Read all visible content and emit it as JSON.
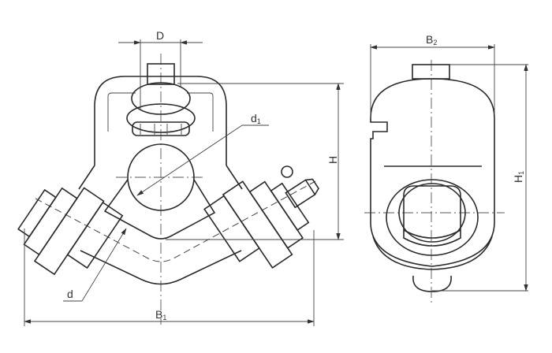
{
  "diagram": {
    "labels": {
      "D": "D",
      "d1_main": "d",
      "d1_sub": "1",
      "H": "H",
      "d": "d",
      "B1_main": "B",
      "B1_sub": "1",
      "B2_main": "B",
      "B2_sub": "2",
      "H1_main": "H",
      "H1_sub": "1"
    }
  }
}
